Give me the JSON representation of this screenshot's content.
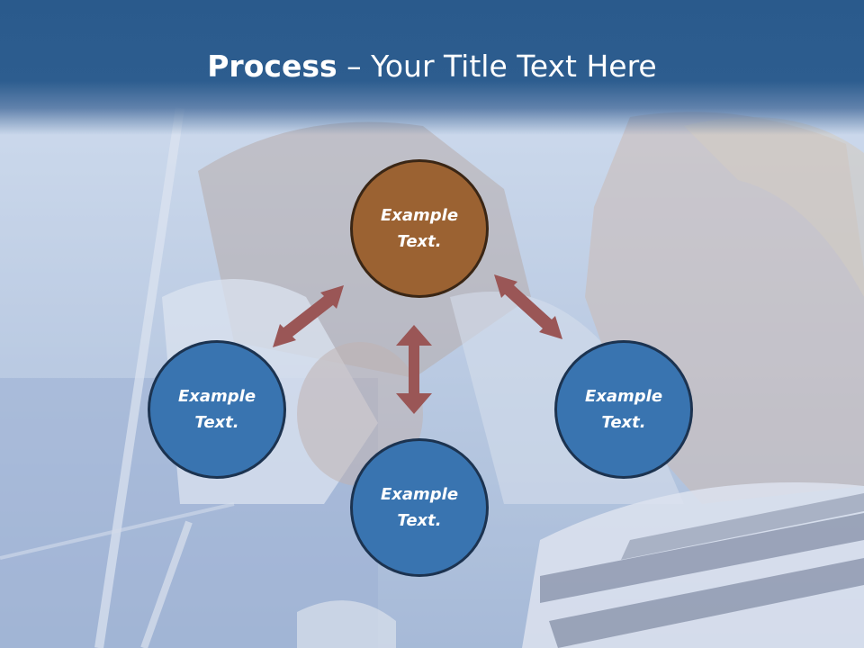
{
  "title": {
    "bold": "Process",
    "rest": " – Your Title Text Here"
  },
  "nodes": {
    "top": {
      "line1": "Example",
      "line2": "Text."
    },
    "left": {
      "line1": "Example",
      "line2": "Text."
    },
    "right": {
      "line1": "Example",
      "line2": "Text."
    },
    "bottom": {
      "line1": "Example",
      "line2": "Text."
    }
  },
  "colors": {
    "header": "#2d5d8f",
    "node_blue": "#3974b0",
    "node_top": "#9b6232",
    "arrow": "#9a5656"
  }
}
